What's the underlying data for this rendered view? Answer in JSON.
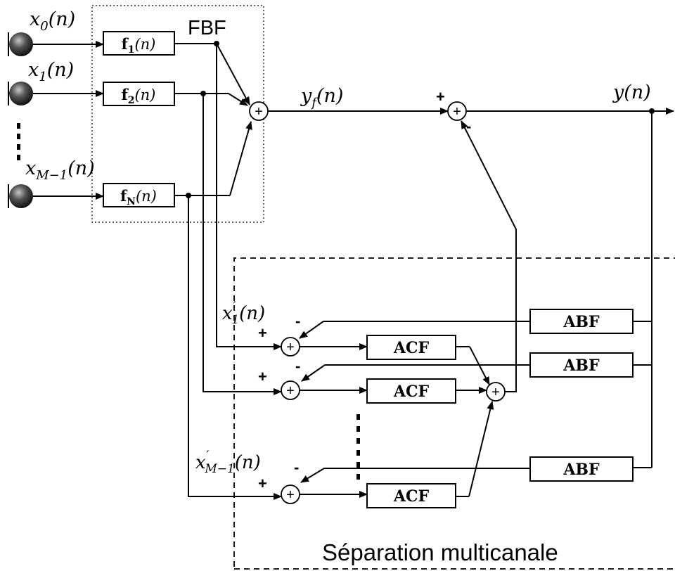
{
  "inputs": [
    {
      "base": "x",
      "sub": "0",
      "arg": "(n)"
    },
    {
      "base": "x",
      "sub": "1",
      "arg": "(n)"
    },
    {
      "base": "x",
      "sub": "M−1",
      "arg": "(n)"
    }
  ],
  "fbf_filters": [
    {
      "base": "f",
      "sub": "1",
      "arg": "(n)"
    },
    {
      "base": "f",
      "sub": "2",
      "arg": "(n)"
    },
    {
      "base": "f",
      "sub": "N",
      "arg": "(n)"
    }
  ],
  "fbf_label": "FBF",
  "yf_label": "y",
  "yf_sub": "f",
  "yf_arg": "(n)",
  "y_label": "y(n)",
  "plus": "+",
  "minus": "-",
  "sum_symbol": "+",
  "acf_label": "ACF",
  "abf_label": "ABF",
  "xp1": {
    "base": "x",
    "prime": "′",
    "sub": "1",
    "arg": "(n)"
  },
  "xpM": {
    "base": "x",
    "prime": "′",
    "sub": "M−1",
    "arg": "(n)"
  },
  "region_label": "Séparation multicanale"
}
